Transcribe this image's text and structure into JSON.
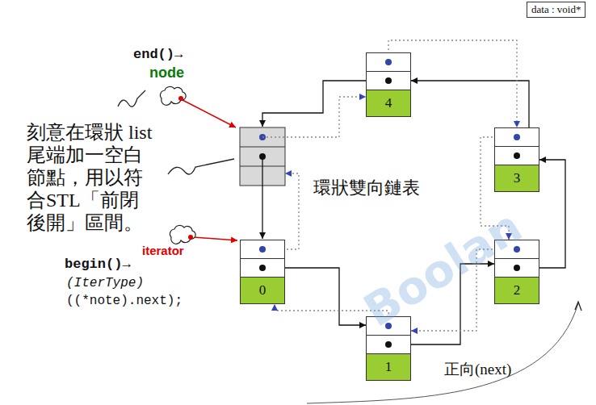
{
  "diagram": {
    "nodes": [
      {
        "text": [
          "data : void*"
        ]
      },
      {
        "text": [
          "4"
        ]
      },
      {
        "text": [
          "3"
        ]
      },
      {
        "text": [
          "0"
        ]
      },
      {
        "text": [
          "2"
        ]
      },
      {
        "text": [
          "1"
        ]
      }
    ],
    "edges": [
      {
        "from": 3,
        "to": 5,
        "arrow": "to"
      },
      {
        "from": 5,
        "to": 4,
        "arrow": "to"
      },
      {
        "from": 4,
        "to": 2,
        "arrow": "to"
      },
      {
        "from": 2,
        "to": 1,
        "arrow": "to"
      },
      {
        "from": 5,
        "to": 3,
        "arrow": "to"
      },
      {
        "from": 4,
        "to": 5,
        "arrow": "to"
      },
      {
        "from": 2,
        "to": 4,
        "arrow": "to"
      },
      {
        "from": 1,
        "to": 2,
        "arrow": "to"
      }
    ],
    "labels": [
      "end()→",
      "node",
      "刻意在環狀 list 尾端加一空白節點，用以符合STL「前閉後開」區間。",
      "環狀雙向鏈表",
      "iterator",
      "begin()→",
      "(IterType)",
      "((*note).next);",
      "正向(next)",
      "Boolan"
    ]
  }
}
